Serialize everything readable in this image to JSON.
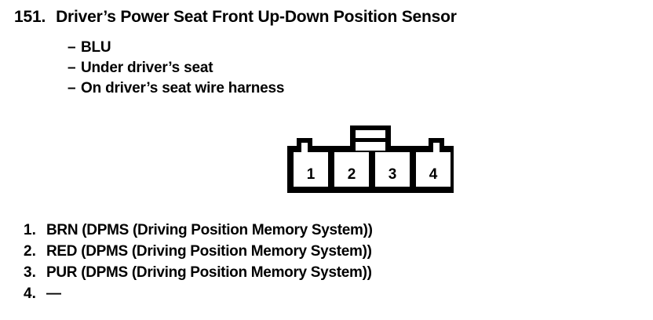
{
  "heading": {
    "number": "151.",
    "title": "Driver’s Power Seat Front Up-Down Position Sensor"
  },
  "bullets": [
    {
      "dash": "–",
      "text": "BLU"
    },
    {
      "dash": "–",
      "text": "Under driver’s seat"
    },
    {
      "dash": "–",
      "text": "On driver’s seat wire harness"
    }
  ],
  "connector": {
    "name": "4-way-connector-face-view",
    "cavity_count": 4,
    "cavity_labels": [
      "1",
      "2",
      "3",
      "4"
    ],
    "latch_tab": "top-center-latch-tab",
    "keying_notches": [
      "top-left-notch",
      "top-right-notch"
    ],
    "outline_color": "#000000",
    "fill_color": "#ffffff"
  },
  "pins": [
    {
      "index": "1.",
      "desc": "BRN (DPMS (Driving Position Memory System))"
    },
    {
      "index": "2.",
      "desc": "RED (DPMS (Driving Position Memory System))"
    },
    {
      "index": "3.",
      "desc": "PUR (DPMS (Driving Position Memory System))"
    },
    {
      "index": "4.",
      "desc": "—"
    }
  ]
}
